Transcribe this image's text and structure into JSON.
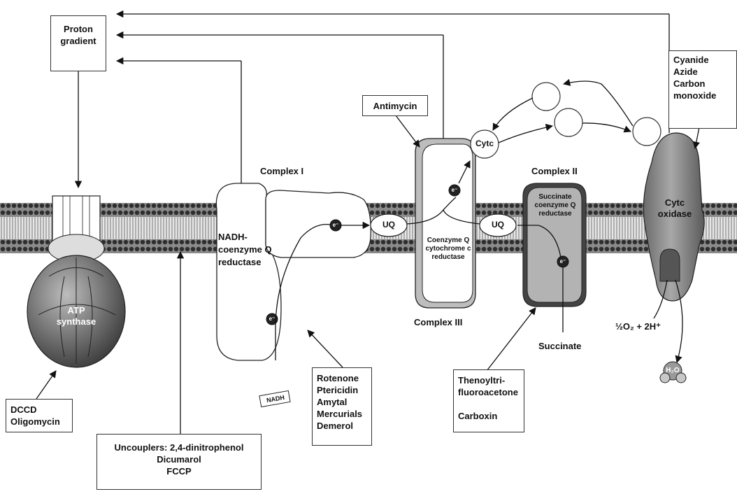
{
  "labels": {
    "proton_gradient": [
      "Proton",
      "gradient"
    ],
    "antimycin": "Antimycin",
    "cyanide_box": [
      "Cyanide",
      "Azide",
      "Carbon",
      "monoxide"
    ],
    "cytc": "Cytc",
    "complex_i": "Complex I",
    "complex_ii": "Complex II",
    "complex_iii": "Complex III",
    "nadh_reductase": [
      "NADH-",
      "coenzyme Q",
      "reductase"
    ],
    "uq": "UQ",
    "electron": "e⁻",
    "coenzyme_q_cytochrome_c_reductase": [
      "Coenzyme Q",
      "cytochrome c",
      "reductase"
    ],
    "succinate_reductase": [
      "Succinate",
      "coenzyme Q",
      "reductase"
    ],
    "cytc_oxidase": [
      "Cytc",
      "oxidase"
    ],
    "atp_synthase": [
      "ATP",
      "synthase"
    ],
    "oxygen_reaction": "½O₂ + 2H⁺",
    "water": "H₂O",
    "succinate": "Succinate",
    "nadh": "NADH",
    "dccd_box": [
      "DCCD",
      "Oligomycin"
    ],
    "rotenone_box": [
      "Rotenone",
      "Ptericidin",
      "Amytal",
      "Mercurials",
      "Demerol"
    ],
    "thenoyl_box": [
      "Thenoyltri-",
      "fluoroacetone",
      "",
      "Carboxin"
    ],
    "uncouplers_box": [
      "Uncouplers: 2,4-dinitrophenol",
      "Dicumarol",
      "FCCP"
    ]
  }
}
